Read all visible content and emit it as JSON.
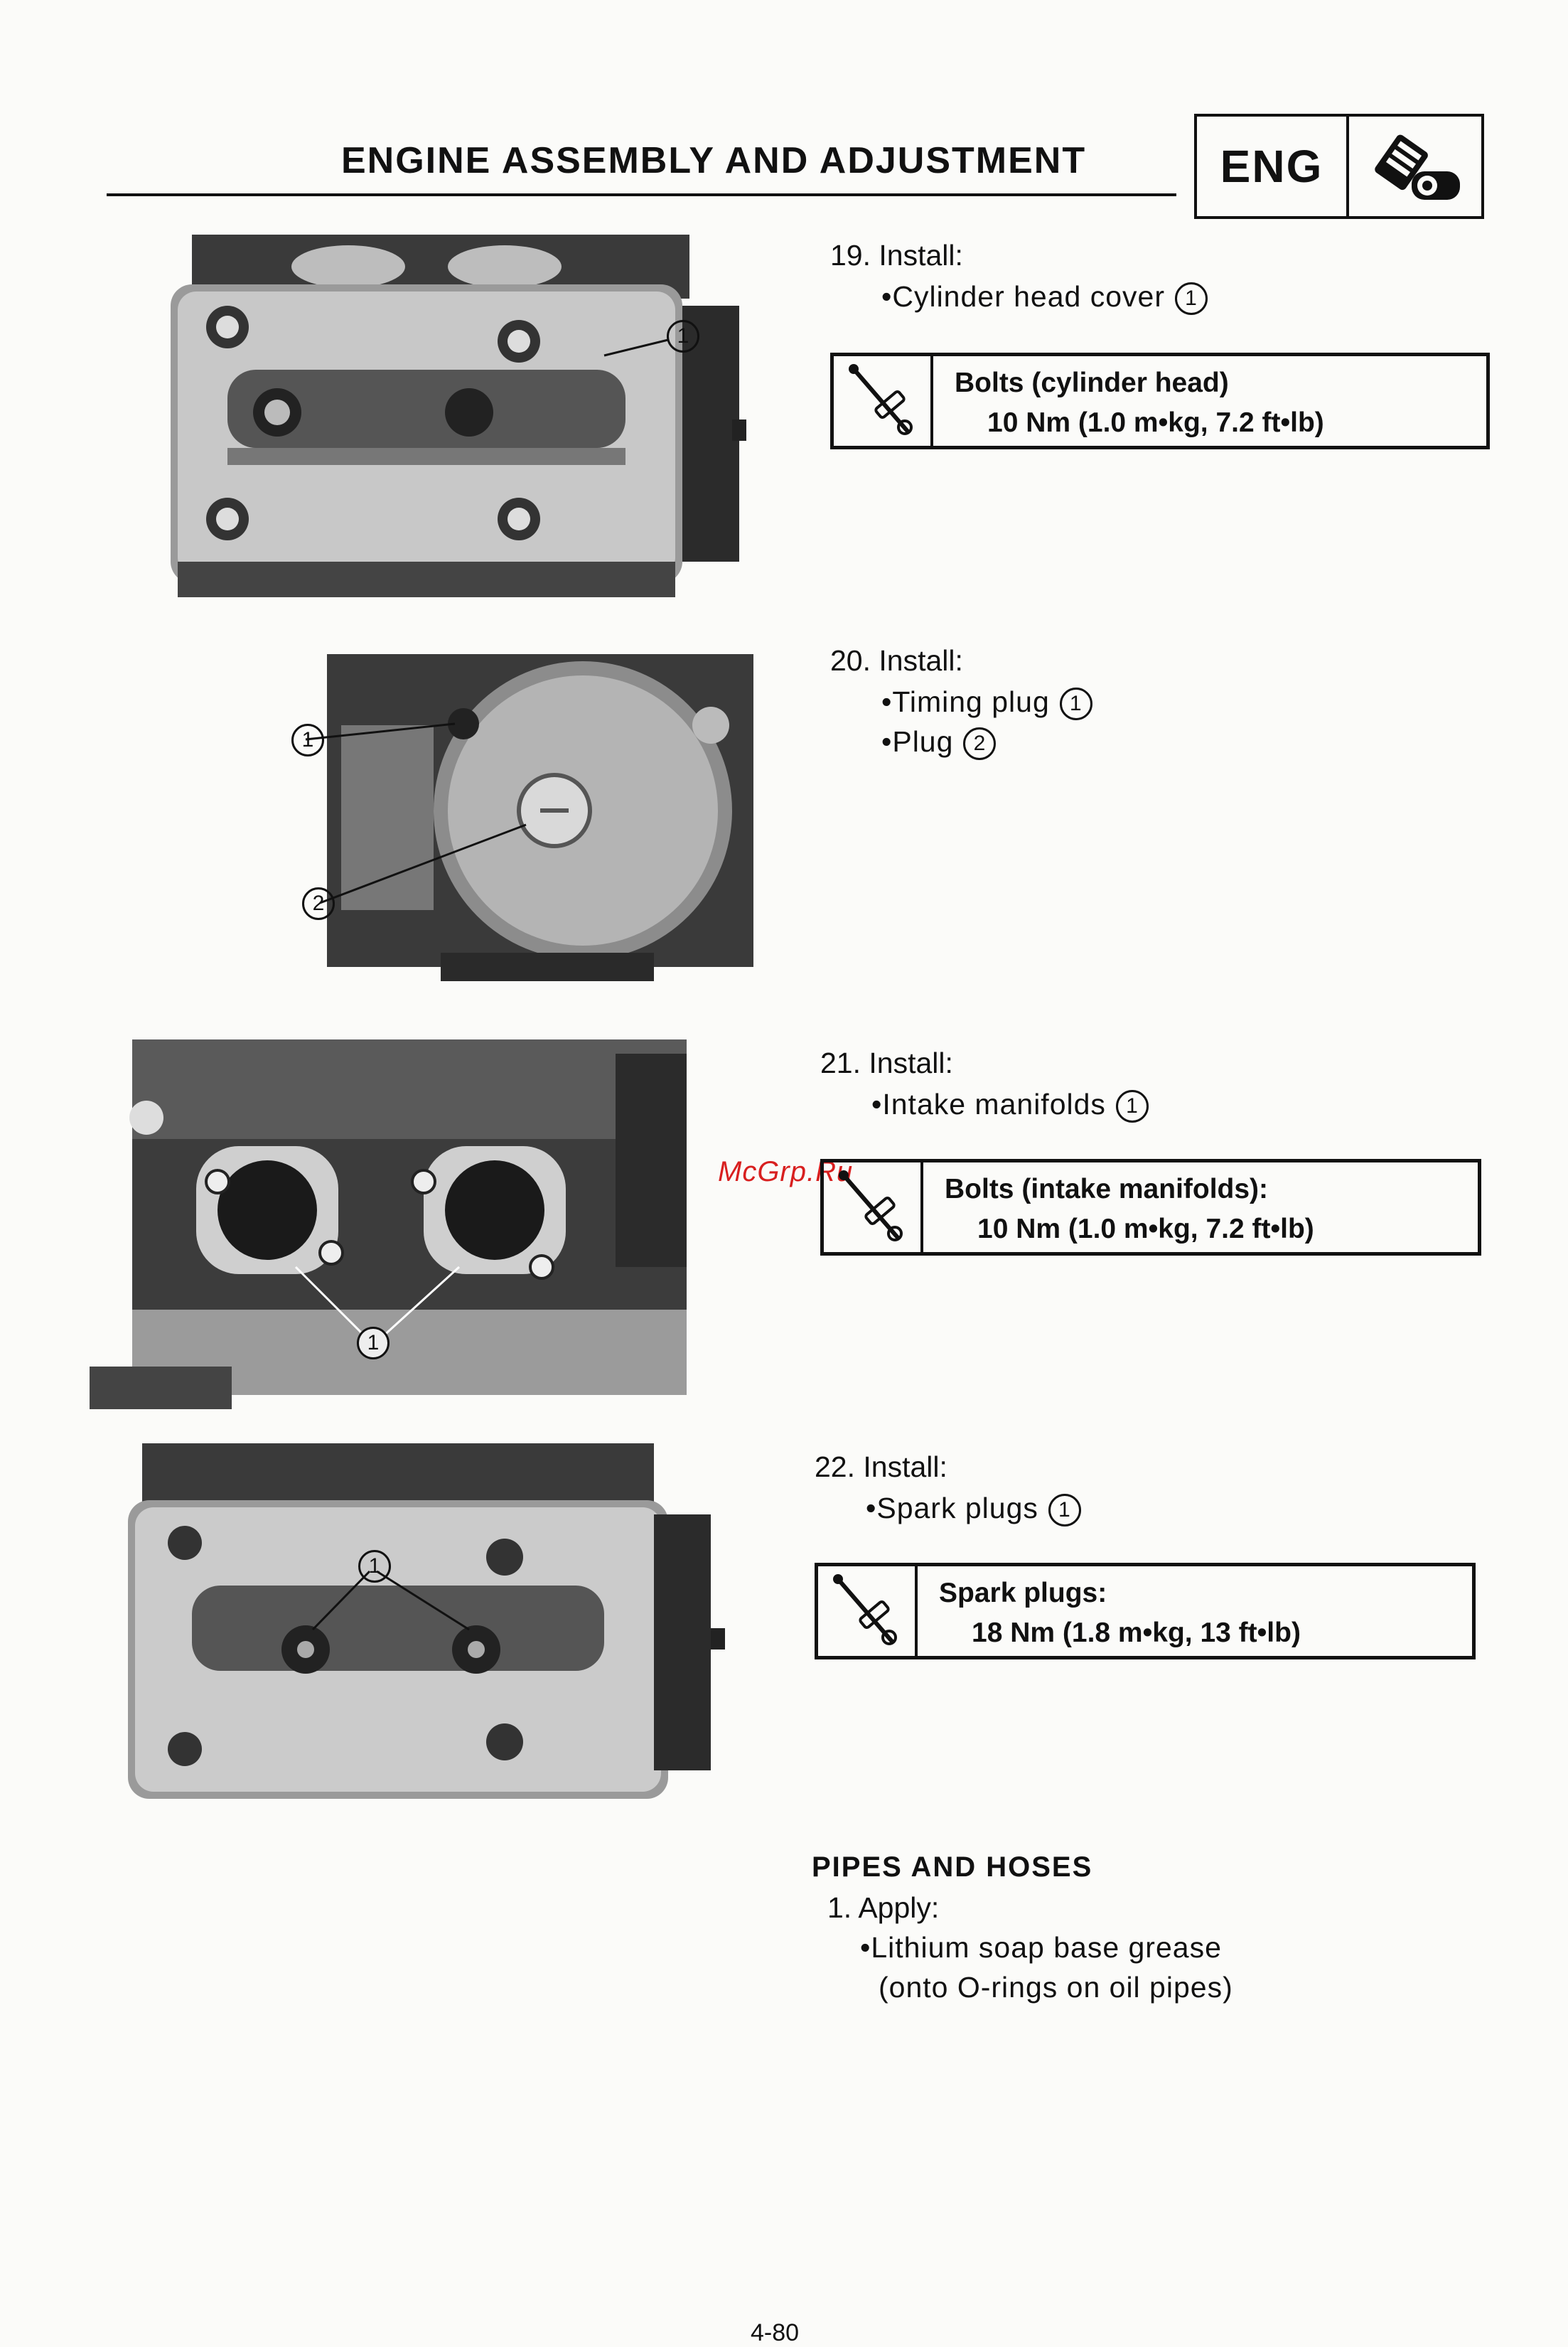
{
  "header": {
    "title": "ENGINE ASSEMBLY AND ADJUSTMENT",
    "section_code": "ENG"
  },
  "steps": [
    {
      "number_label": "19. Install:",
      "items": [
        {
          "text": "•Cylinder head cover",
          "ref": "1"
        }
      ],
      "spec": {
        "title": "Bolts (cylinder head)",
        "value": "10 Nm (1.0 m•kg, 7.2 ft•lb)"
      }
    },
    {
      "number_label": "20. Install:",
      "items": [
        {
          "text": "•Timing plug",
          "ref": "1"
        },
        {
          "text": "•Plug",
          "ref": "2"
        }
      ]
    },
    {
      "number_label": "21. Install:",
      "items": [
        {
          "text": "•Intake manifolds",
          "ref": "1"
        }
      ],
      "spec": {
        "title": "Bolts (intake manifolds):",
        "value": "10 Nm (1.0 m•kg, 7.2 ft•lb)"
      }
    },
    {
      "number_label": "22. Install:",
      "items": [
        {
          "text": "•Spark plugs",
          "ref": "1"
        }
      ],
      "spec": {
        "title": "Spark plugs:",
        "value": "18 Nm (1.8 m•kg, 13 ft•lb)"
      }
    }
  ],
  "photo_callouts": {
    "photo1": [
      "1"
    ],
    "photo2": [
      "1",
      "2"
    ],
    "photo3": [
      "1"
    ],
    "photo4": [
      "1"
    ]
  },
  "pipes_section": {
    "title": "PIPES AND HOSES",
    "step_label": "1. Apply:",
    "item": "•Lithium soap base grease",
    "item_note": "(onto O-rings on oil pipes)"
  },
  "watermark": "McGrp.Ru",
  "page_number": "4-80",
  "icons": {
    "header_icon": "engine-oil-can-icon",
    "spec_icon": "torque-wrench-icon"
  }
}
